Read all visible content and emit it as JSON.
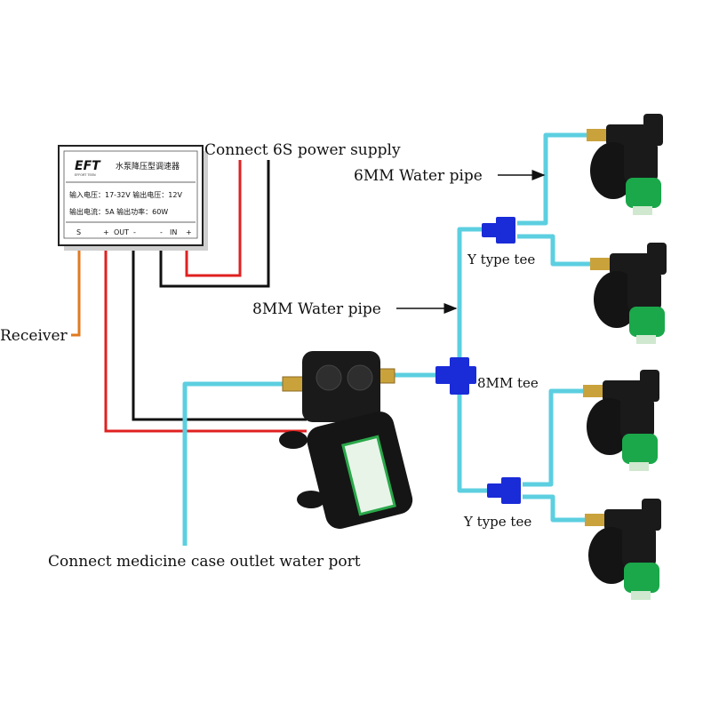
{
  "module": {
    "brand": "EFT",
    "brand_sub": "EFFORT TEEN",
    "title": "水泵降压型调速器",
    "spec_row1": "输入电压：17-32V  输出电压：12V",
    "spec_row2": "输出电流：5A       输出功率：60W",
    "terminals": [
      "S",
      "+",
      "OUT",
      "-",
      "-",
      "IN",
      "+"
    ]
  },
  "labels": {
    "power": "Connect 6S power supply",
    "pipe6": "6MM Water pipe",
    "ytee_top": "Y type tee",
    "pipe8": "8MM Water pipe",
    "tee8": "8MM tee",
    "receiver": "Receiver",
    "ytee_bottom": "Y type tee",
    "medicine": "Connect medicine case outlet water port"
  },
  "colors": {
    "pipe": "#5ccfe0",
    "tee": "#1a2bd8",
    "wire_red": "#e02020",
    "wire_black": "#111111",
    "wire_orange": "#e07a20",
    "nozzle_green": "#1aa84a",
    "nozzle_body": "#1a1a1a",
    "brass": "#c9a23c"
  }
}
